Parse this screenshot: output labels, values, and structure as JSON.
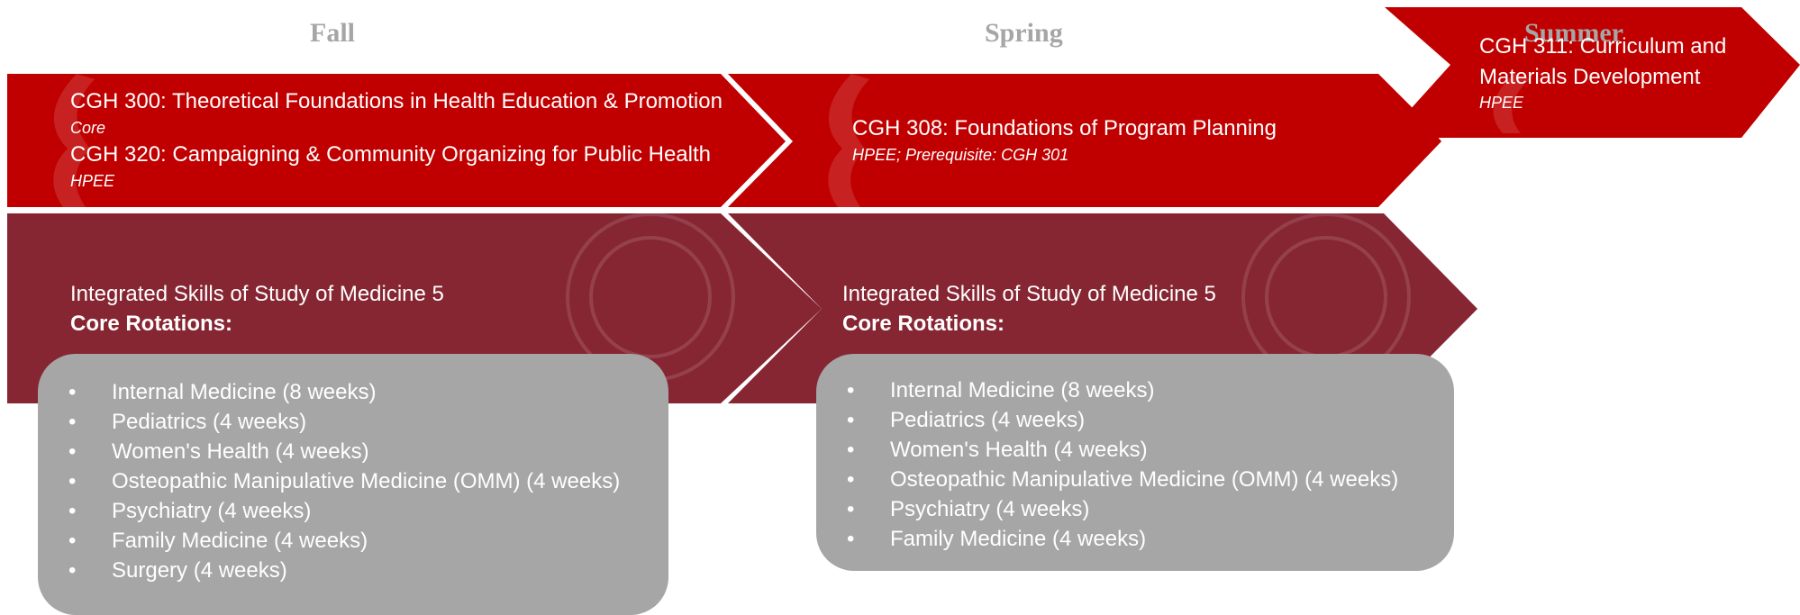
{
  "terms": {
    "fall": "Fall",
    "spring": "Spring",
    "summer": "Summer"
  },
  "colors": {
    "red": "#c00000",
    "maroon": "#862633",
    "gray": "#a6a6a6",
    "term": "#a6a6a6"
  },
  "fall": {
    "courses": [
      {
        "title": "CGH 300: Theoretical Foundations in Health Education & Promotion",
        "note": "Core"
      },
      {
        "title": "CGH 320: Campaigning & Community Organizing for Public Health",
        "note": "HPEE"
      }
    ],
    "box_title": "Integrated Skills of Study of Medicine 5",
    "box_bold": "Core Rotations:",
    "rotations": [
      "Internal Medicine (8 weeks)",
      "Pediatrics (4 weeks)",
      "Women's Health (4 weeks)",
      "Osteopathic Manipulative Medicine (OMM) (4 weeks)",
      "Psychiatry (4 weeks)",
      "Family Medicine (4 weeks)",
      "Surgery (4 weeks)"
    ]
  },
  "spring": {
    "courses": [
      {
        "title": "CGH 308: Foundations of Program Planning",
        "note": "HPEE; Prerequisite: CGH 301"
      }
    ],
    "box_title": "Integrated Skills of Study of Medicine 5",
    "box_bold": "Core Rotations:",
    "rotations": [
      "Internal Medicine (8 weeks)",
      "Pediatrics (4 weeks)",
      "Women's Health (4 weeks)",
      "Osteopathic Manipulative Medicine (OMM) (4 weeks)",
      "Psychiatry (4 weeks)",
      "Family Medicine (4 weeks)"
    ]
  },
  "summer": {
    "courses": [
      {
        "title_line1": "CGH 311: Curriculum and",
        "title_line2": "Materials Development",
        "note": "HPEE"
      }
    ]
  },
  "bullet": "•"
}
